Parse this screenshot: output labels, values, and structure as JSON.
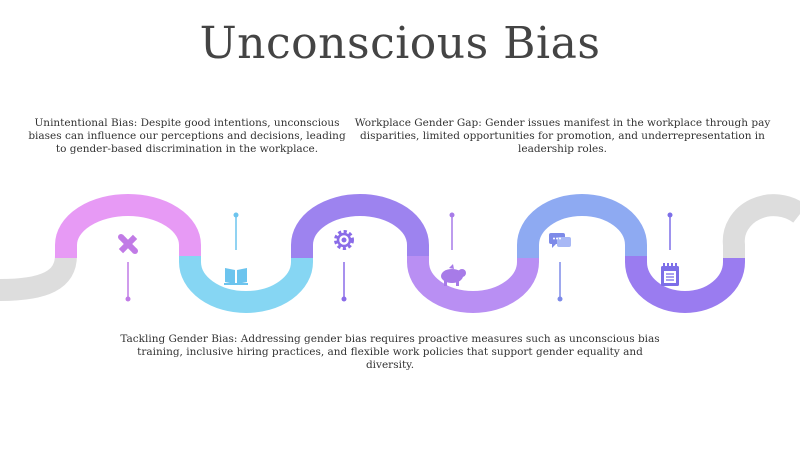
{
  "title": "Unconscious Bias",
  "points": [
    {
      "text": "Unintentional Bias: Despite good intentions, unconscious biases can influence our perceptions and decisions, leading to gender-based discrimination in the workplace."
    },
    {
      "text": "Workplace Gender Gap: Gender issues manifest in the workplace through pay disparities, limited opportunities for promotion, and underrepresentation in leadership roles."
    },
    {
      "text": "Tackling Gender Bias: Addressing gender bias requires proactive measures such as unconscious bias training, inclusive hiring practices, and flexible work policies that support gender equality and diversity."
    }
  ],
  "icons": [
    "puzzle-icon",
    "book-icon",
    "gear-icon",
    "piggy-bank-icon",
    "chat-icon",
    "notepad-icon"
  ],
  "colors": {
    "grey": "#dddddd",
    "pink": "#e79af5",
    "cyan": "#86d6f3",
    "violet": "#a98af0",
    "purple": "#9a7cf0",
    "blue": "#8ea8f2",
    "icon_pink": "#c17be6",
    "icon_cyan": "#6cc4ee",
    "icon_purple": "#8a6ce8",
    "icon_blue": "#7d8ae8"
  }
}
